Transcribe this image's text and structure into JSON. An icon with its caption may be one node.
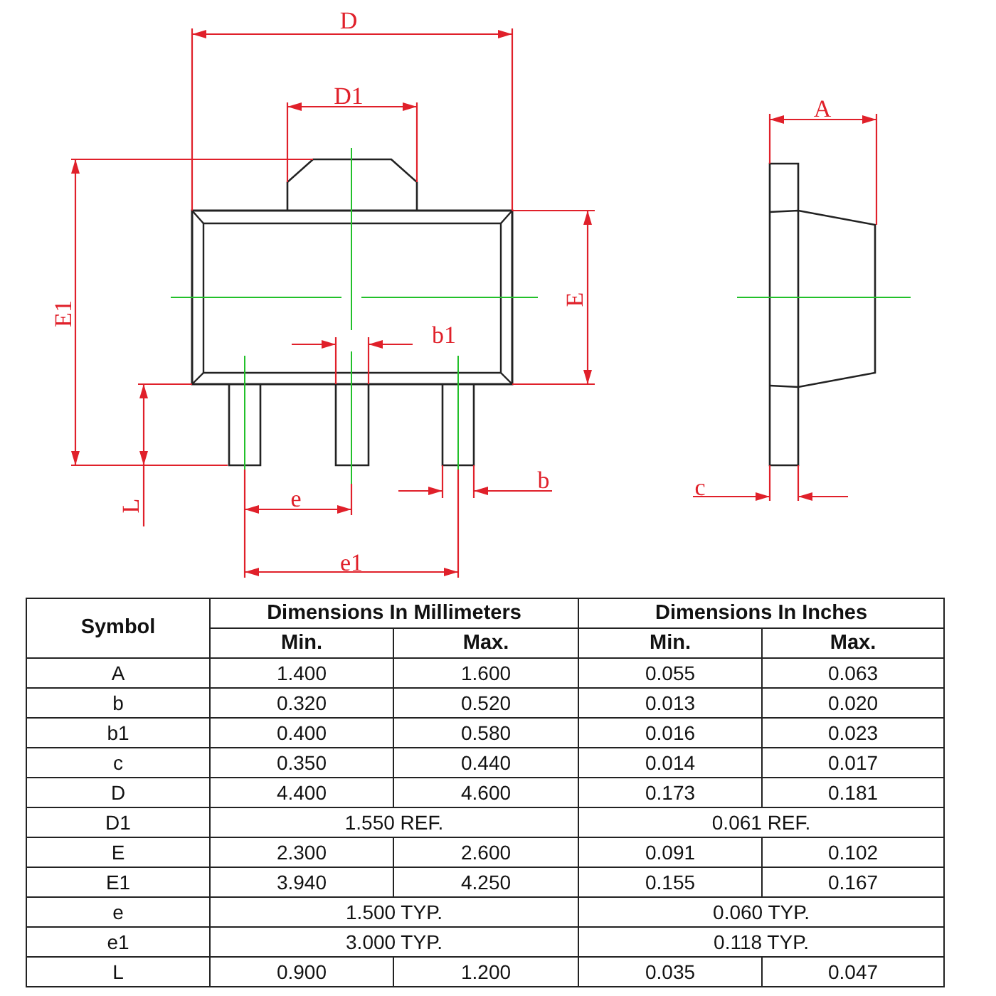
{
  "diagram": {
    "labels": [
      "D",
      "D1",
      "E1",
      "E",
      "b1",
      "L",
      "e",
      "b",
      "e1",
      "A",
      "c",
      "Symbol",
      "Dimensions In Millimeters",
      "Dimensions In Inches",
      "Min.",
      "Max.",
      "Min.",
      "Max.",
      "A",
      "1.400",
      "1.600",
      "0.055",
      "0.063",
      "b",
      "0.320",
      "0.520",
      "0.013",
      "0.020",
      "b1",
      "0.400",
      "0.580",
      "0.016",
      "0.023",
      "c",
      "0.350",
      "0.440",
      "0.014",
      "0.017",
      "D",
      "4.400",
      "4.600",
      "0.173",
      "0.181",
      "D1",
      "1.550 REF.",
      "0.061 REF.",
      "E",
      "2.300",
      "2.600",
      "0.091",
      "0.102",
      "E1",
      "3.940",
      "4.250",
      "0.155",
      "0.167",
      "e",
      "1.500 TYP.",
      "0.060 TYP.",
      "e1",
      "3.000 TYP.",
      "0.118 TYP.",
      "L",
      "0.900",
      "1.200",
      "0.035",
      "0.047"
    ]
  }
}
